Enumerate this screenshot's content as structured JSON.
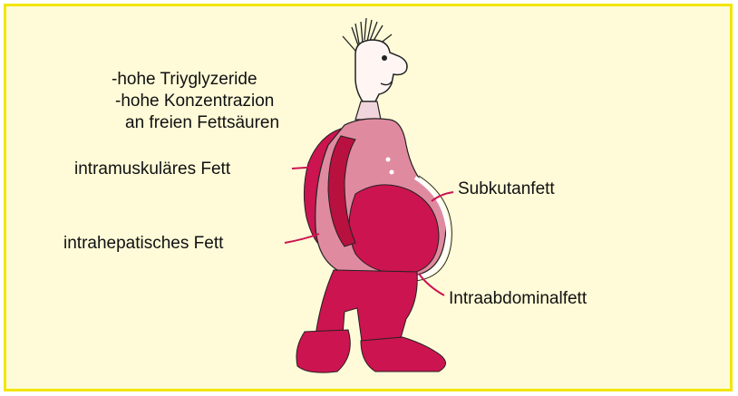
{
  "labels": {
    "line1": "-hohe Triyglyzeride",
    "line2": "-hohe Konzentrazion",
    "line3": "an freien Fettsäuren",
    "intramuscular": "intramuskuläres Fett",
    "intrahepatic": "intrahepatisches Fett",
    "subcutaneous": "Subkutanfett",
    "intraabdominal": "Intraabdominalfett"
  },
  "colors": {
    "background": "#fffbd8",
    "border": "#f2e600",
    "figure": "#cc1450",
    "figure_light": "#e08aa0"
  }
}
